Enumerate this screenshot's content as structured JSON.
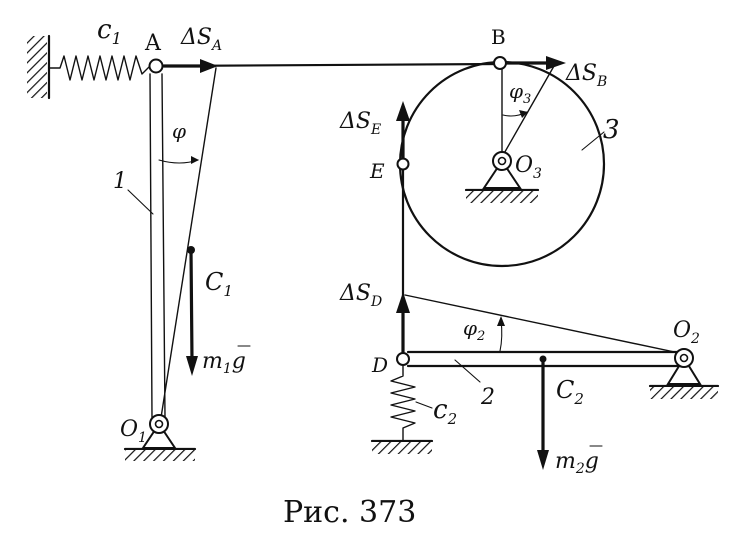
{
  "caption": "Рис. 373",
  "labels": {
    "spring_A": "c",
    "spring_A_sub": "1",
    "point_A": "A",
    "delta_sA": "ΔS",
    "delta_sA_sub": "A",
    "angle_phi": "φ",
    "rod_1": "1",
    "center_C1": "C",
    "center_C1_sub": "1",
    "weight_1": "m",
    "weight_1_sub": "1",
    "weight_1_g": "g",
    "pivot_O1": "O",
    "pivot_O1_sub": "1",
    "point_B": "B",
    "delta_sB": "ΔS",
    "delta_sB_sub": "B",
    "angle_phi3": "φ",
    "angle_phi3_sub": "3",
    "wheel_3": "3",
    "pivot_O3": "O",
    "pivot_O3_sub": "3",
    "delta_sE": "ΔS",
    "delta_sE_sub": "E",
    "point_E": "E",
    "delta_sD": "ΔS",
    "delta_sD_sub": "D",
    "angle_phi2": "φ",
    "angle_phi2_sub": "2",
    "pivot_O2": "O",
    "pivot_O2_sub": "2",
    "point_D": "D",
    "rod_2": "2",
    "center_C2": "C",
    "center_C2_sub": "2",
    "spring_D": "c",
    "spring_D_sub": "2",
    "weight_2": "m",
    "weight_2_sub": "2",
    "weight_2_g": "g"
  }
}
